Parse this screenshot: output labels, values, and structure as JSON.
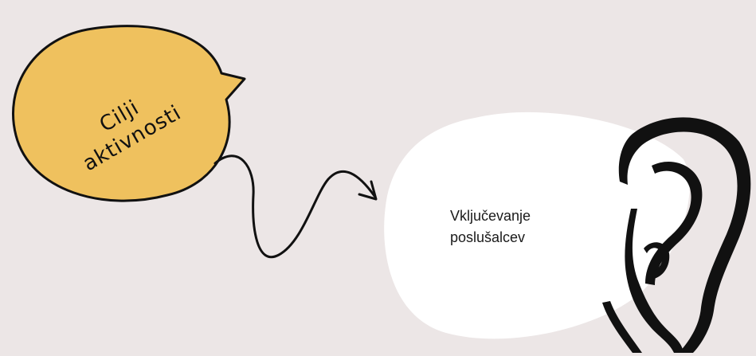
{
  "speech_bubble": {
    "line1": "Cilji",
    "line2": "aktivnosti"
  },
  "blob": {
    "line1": "Vključevanje",
    "line2": "poslušalcev"
  },
  "colors": {
    "background": "#ece6e6",
    "bubble_fill": "#efc15e",
    "blob_fill": "#ffffff",
    "stroke": "#111111"
  }
}
